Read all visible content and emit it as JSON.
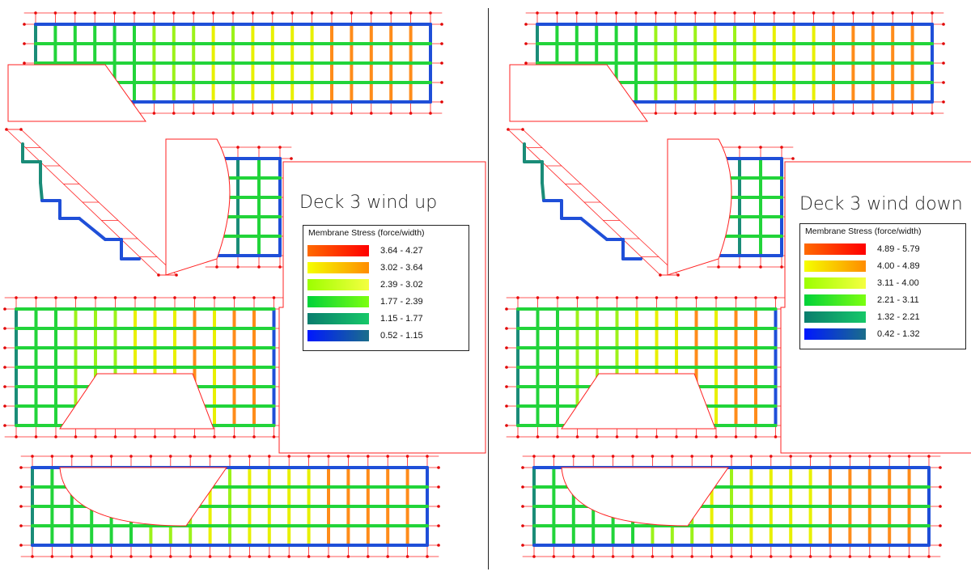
{
  "panels": [
    {
      "title": "Deck 3 wind up",
      "legend": {
        "title": "Membrane Stress (force/width)",
        "ranges": [
          {
            "label": "3.64 - 4.27",
            "from": "#ff6a00",
            "to": "#ff0000"
          },
          {
            "label": "3.02 - 3.64",
            "from": "#f5ff00",
            "to": "#ff8c00"
          },
          {
            "label": "2.39 - 3.02",
            "from": "#9cff00",
            "to": "#f5ff40"
          },
          {
            "label": "1.77 - 2.39",
            "from": "#00d23a",
            "to": "#7cff10"
          },
          {
            "label": "1.15 - 1.77",
            "from": "#0a7d6e",
            "to": "#16c868"
          },
          {
            "label": "0.52 - 1.15",
            "from": "#0018ff",
            "to": "#1a6e8a"
          }
        ]
      }
    },
    {
      "title": "Deck 3 wind down",
      "legend": {
        "title": "Membrane Stress (force/width)",
        "ranges": [
          {
            "label": "4.89 - 5.79",
            "from": "#ff6a00",
            "to": "#ff0000"
          },
          {
            "label": "4.00 - 4.89",
            "from": "#f5ff00",
            "to": "#ff8c00"
          },
          {
            "label": "3.11 - 4.00",
            "from": "#9cff00",
            "to": "#f5ff40"
          },
          {
            "label": "2.21 - 3.11",
            "from": "#00d23a",
            "to": "#7cff10"
          },
          {
            "label": "1.32 - 2.21",
            "from": "#0a7d6e",
            "to": "#16c868"
          },
          {
            "label": "0.42 - 1.32",
            "from": "#0018ff",
            "to": "#1a6e8a"
          }
        ]
      }
    }
  ],
  "colors": {
    "mesh_line": "#ff2020",
    "node_dot": "#e00000",
    "stress_orange": "#ff8c1a",
    "stress_yellow": "#e8f000",
    "stress_lime": "#9cf21a",
    "stress_green": "#22d43a",
    "stress_teal": "#1a8c78",
    "stress_blue": "#1f4fd8",
    "divider": "#222222"
  }
}
